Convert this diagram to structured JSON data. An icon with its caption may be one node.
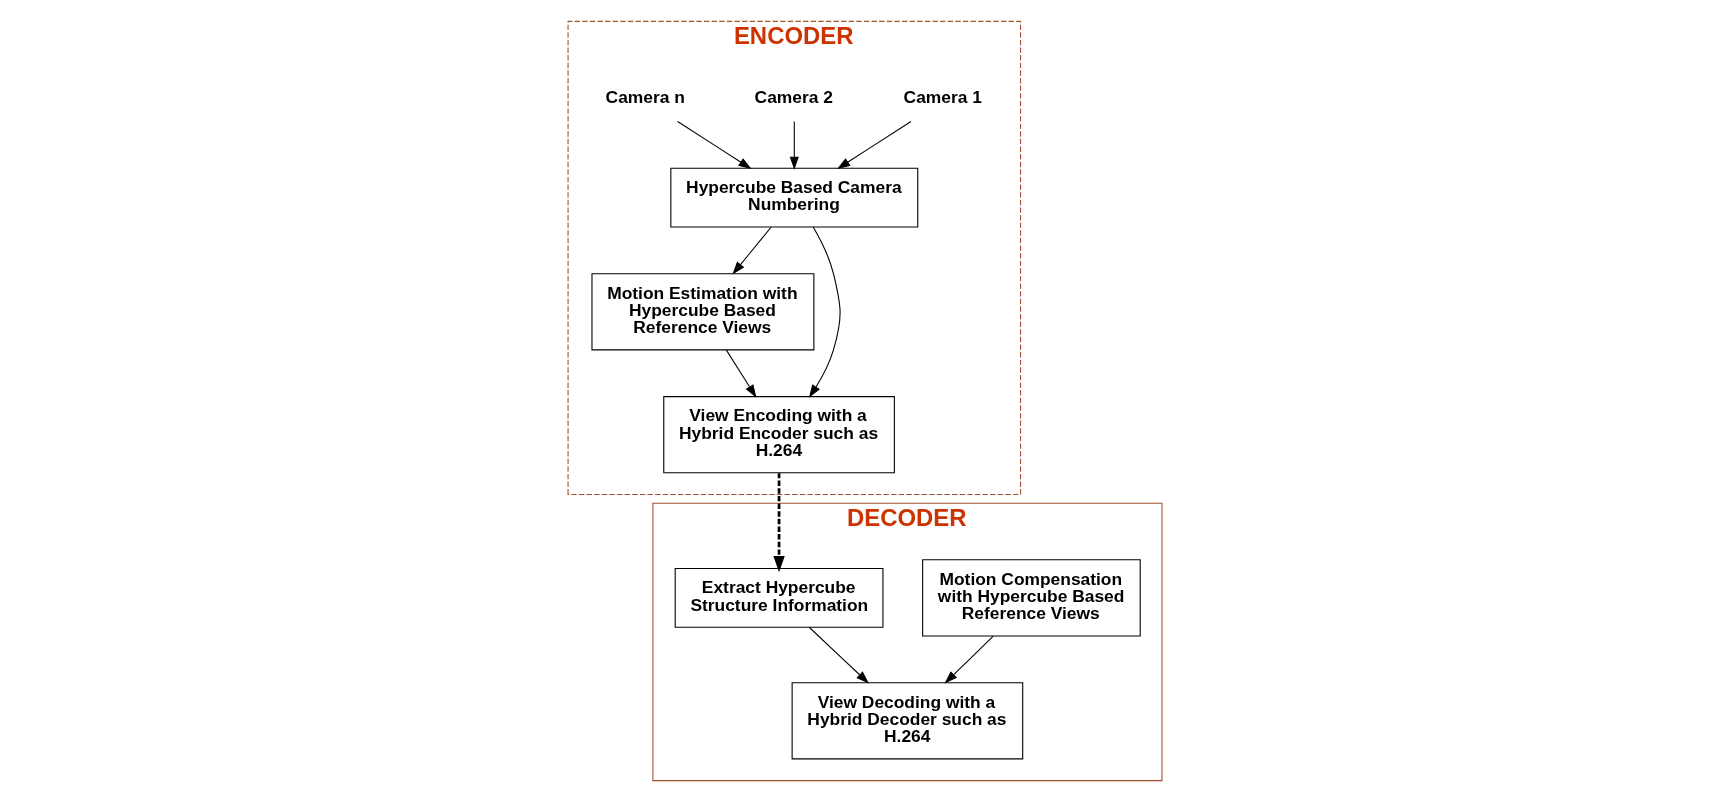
{
  "diagram": {
    "nodes": [
      {
        "text": [
          "ENCODER"
        ]
      },
      {
        "text": [
          "Camera 1"
        ],
        "in": 0
      },
      {
        "text": [
          "Camera 2"
        ],
        "in": 0
      },
      {
        "text": [
          "Camera n"
        ],
        "in": 0
      },
      {
        "text": [
          "Hypercube Based Camera Numbering"
        ],
        "in": 0
      },
      {
        "text": [
          "Motion Estimation with Hypercube Based Reference Views"
        ],
        "in": 0
      },
      {
        "text": [
          "View Encoding with a Hybrid Encoder such as H.264"
        ],
        "in": 0
      },
      {
        "text": [
          "DECODER"
        ]
      },
      {
        "text": [
          "Motion Compensation with Hypercube Based Reference Views"
        ],
        "in": 7
      },
      {
        "text": [
          "Extract Hypercube Structure Information"
        ],
        "in": 7
      },
      {
        "text": [
          "View Decoding with a Hybrid Decoder such as H.264"
        ],
        "in": 7
      }
    ],
    "edges": [
      {
        "from": 1,
        "to": 4,
        "arrow": "to"
      },
      {
        "from": 2,
        "to": 4,
        "arrow": "to"
      },
      {
        "from": 3,
        "to": 4,
        "arrow": "to"
      },
      {
        "from": 4,
        "to": 5,
        "arrow": "to"
      },
      {
        "from": 4,
        "to": 6,
        "arrow": "to"
      },
      {
        "from": 5,
        "to": 6,
        "arrow": "to"
      },
      {
        "from": 6,
        "to": 9,
        "arrow": "to",
        "style": "dashed"
      },
      {
        "from": 8,
        "to": 10,
        "arrow": "to"
      },
      {
        "from": 9,
        "to": 10,
        "arrow": "to"
      }
    ]
  }
}
